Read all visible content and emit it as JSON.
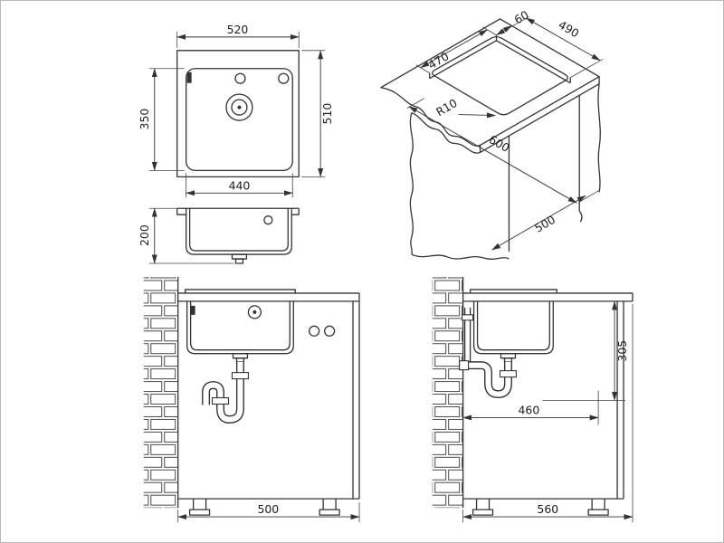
{
  "drawing": {
    "line_color": "#333333",
    "background": "#ffffff"
  },
  "views": {
    "plan": {
      "outer_width": "520",
      "outer_height": "510",
      "basin_height": "350",
      "basin_width": "440"
    },
    "bowl_section": {
      "bowl_depth": "200"
    },
    "iso_cutout": {
      "back_offset": "60",
      "cutout_width": "490",
      "cutout_depth": "470",
      "corner_radius": "R10",
      "counter_width": "600",
      "counter_depth": "500"
    },
    "install_front": {
      "cabinet_width": "500"
    },
    "install_side": {
      "outlet_height": "305",
      "outlet_distance": "460",
      "counter_depth": "560"
    }
  }
}
